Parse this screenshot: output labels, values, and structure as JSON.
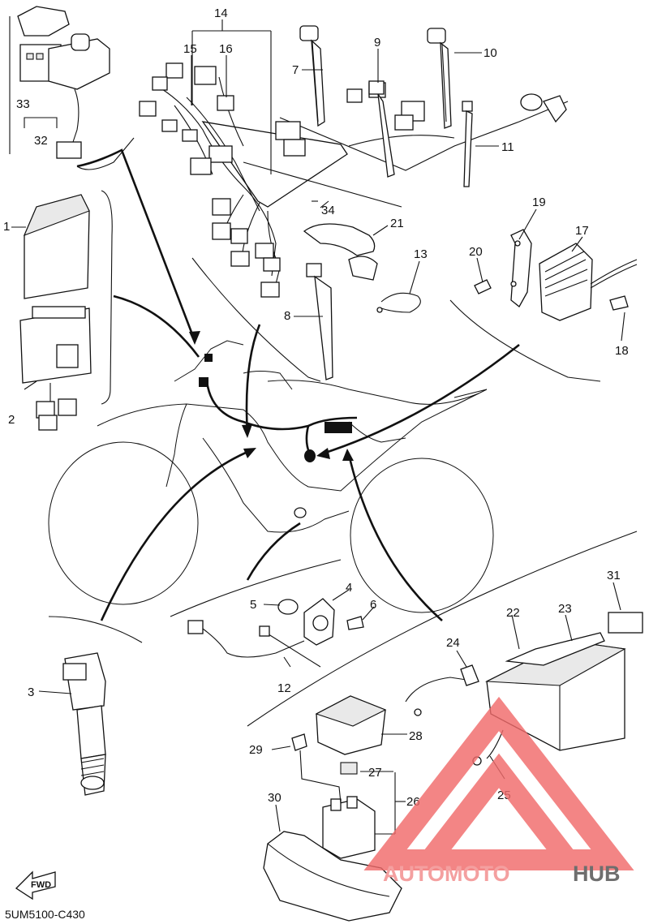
{
  "diagram": {
    "drawing_code": "5UM5100-C430",
    "fwd_label": "FWD",
    "watermark": {
      "text_automoto": "AUTOMOTO",
      "text_hub": "HUB",
      "color_automoto": "#f4a0a0",
      "color_hub": "#6e6e6e",
      "triangle_color": "#f06a6a"
    },
    "part_numbers": [
      "1",
      "2",
      "3",
      "4",
      "5",
      "6",
      "7",
      "8",
      "9",
      "10",
      "11",
      "12",
      "13",
      "14",
      "15",
      "16",
      "17",
      "18",
      "19",
      "20",
      "21",
      "22",
      "23",
      "24",
      "25",
      "26",
      "27",
      "28",
      "29",
      "30",
      "31",
      "32",
      "33",
      "34"
    ]
  }
}
